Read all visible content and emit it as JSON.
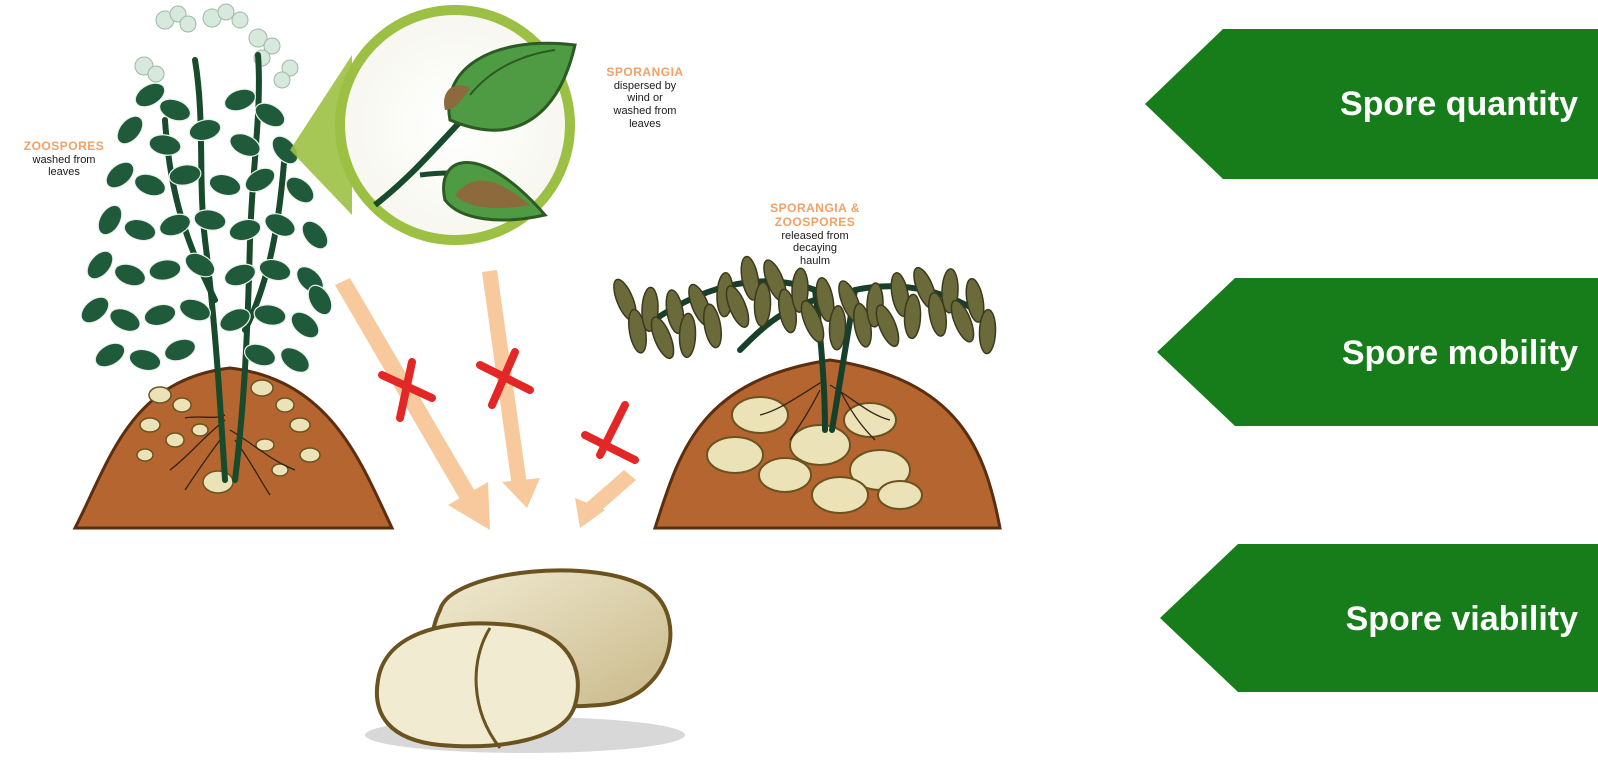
{
  "labels": {
    "zoospores": {
      "head": "ZOOSPORES",
      "desc": [
        "washed from",
        "leaves"
      ]
    },
    "sporangia": {
      "head": "SPORANGIA",
      "desc": [
        "dispersed by",
        "wind or",
        "washed from",
        "leaves"
      ]
    },
    "sporangia_zoospores": {
      "head": [
        "SPORANGIA &",
        "ZOOSPORES"
      ],
      "desc": [
        "released from",
        "decaying",
        "haulm"
      ]
    }
  },
  "factors": [
    {
      "label": "Spore quantity"
    },
    {
      "label": "Spore mobility"
    },
    {
      "label": "Spore viability"
    }
  ],
  "colors": {
    "factor_bg": "#167d1a",
    "factor_text": "#ffffff",
    "label_head": "#f2a065",
    "soil": "#b5652f",
    "leaf_healthy": "#1f5a3a",
    "leaf_decayed": "#6b6a3a",
    "tuber": "#e9e2c2",
    "arrow": "#f7c99c",
    "blocked_cross": "#e32626",
    "magnifier_ring": "#9cc043"
  }
}
